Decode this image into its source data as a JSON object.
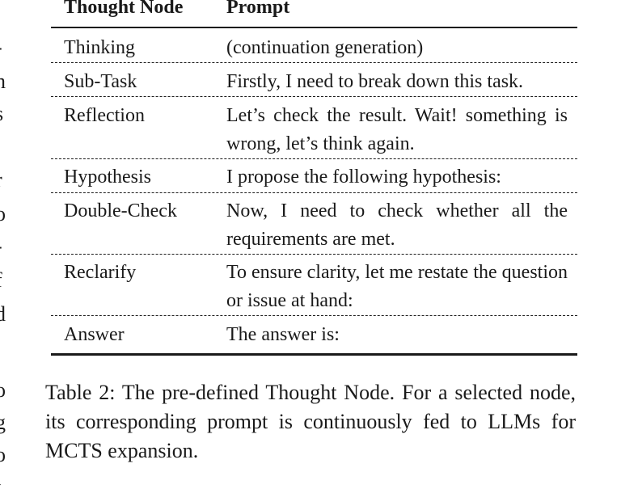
{
  "left_column_fragments": [
    "-",
    "n",
    "s",
    "r",
    "o",
    "-",
    "f",
    "d",
    "o",
    "g",
    "o",
    "t"
  ],
  "table": {
    "headers": [
      "Thought Node",
      "Prompt"
    ],
    "rows": [
      {
        "node": "Thinking",
        "prompt": "(continuation generation)"
      },
      {
        "node": "Sub-Task",
        "prompt": "Firstly, I need to break down this task."
      },
      {
        "node": "Reflection",
        "prompt": "Let’s check the result. Wait! something is wrong, let’s think again."
      },
      {
        "node": "Hypothesis",
        "prompt": "I propose the following hypothesis:"
      },
      {
        "node": "Double-Check",
        "prompt": "Now, I need to check whether all the requirements are met."
      },
      {
        "node": "Reclarify",
        "prompt": "To ensure clarity, let me restate the question or issue at hand:"
      },
      {
        "node": "Answer",
        "prompt": "The answer is:"
      }
    ]
  },
  "caption": "Table 2: The pre-defined Thought Node. For a selected node, its corresponding prompt is continuously fed to LLMs for MCTS expansion."
}
